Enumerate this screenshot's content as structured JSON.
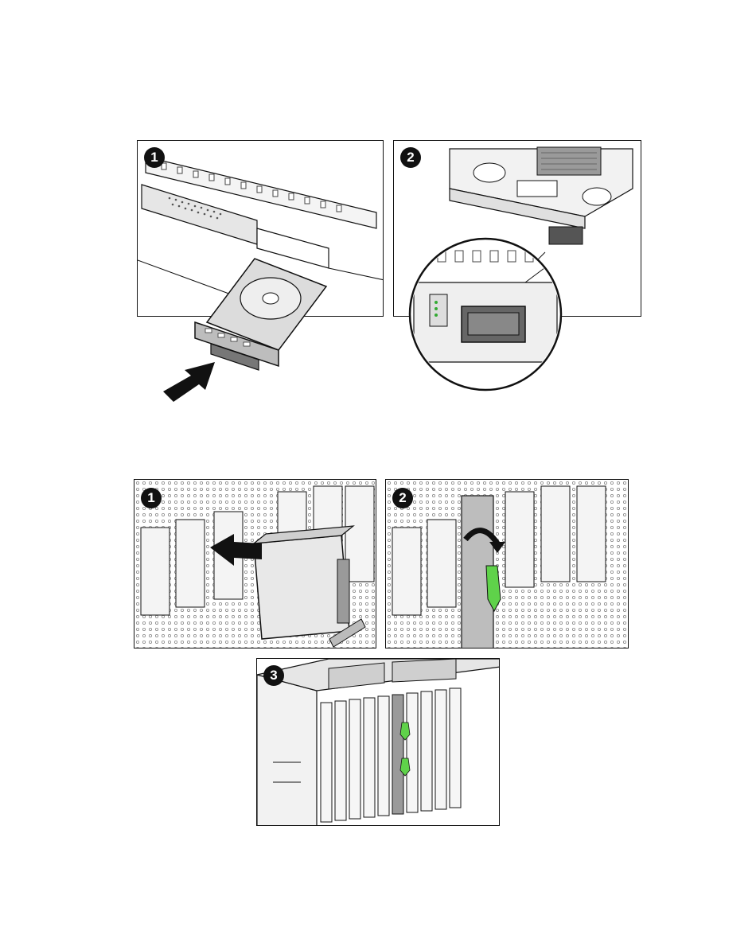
{
  "figure_top": {
    "steps": [
      {
        "label": "1"
      },
      {
        "label": "2"
      }
    ]
  },
  "figure_bottom": {
    "steps": [
      {
        "label": "1"
      },
      {
        "label": "2"
      },
      {
        "label": "3"
      }
    ]
  },
  "colors": {
    "line": "#111111",
    "panel_bg": "#ffffff",
    "metal": "#d8d8d8",
    "metal_dark": "#9a9a9a",
    "latch_green": "#5fd24a",
    "badge": "#111111"
  },
  "icons": [
    "insert-arrow-icon",
    "rotate-arrow-icon",
    "magnifier-callout-icon"
  ]
}
